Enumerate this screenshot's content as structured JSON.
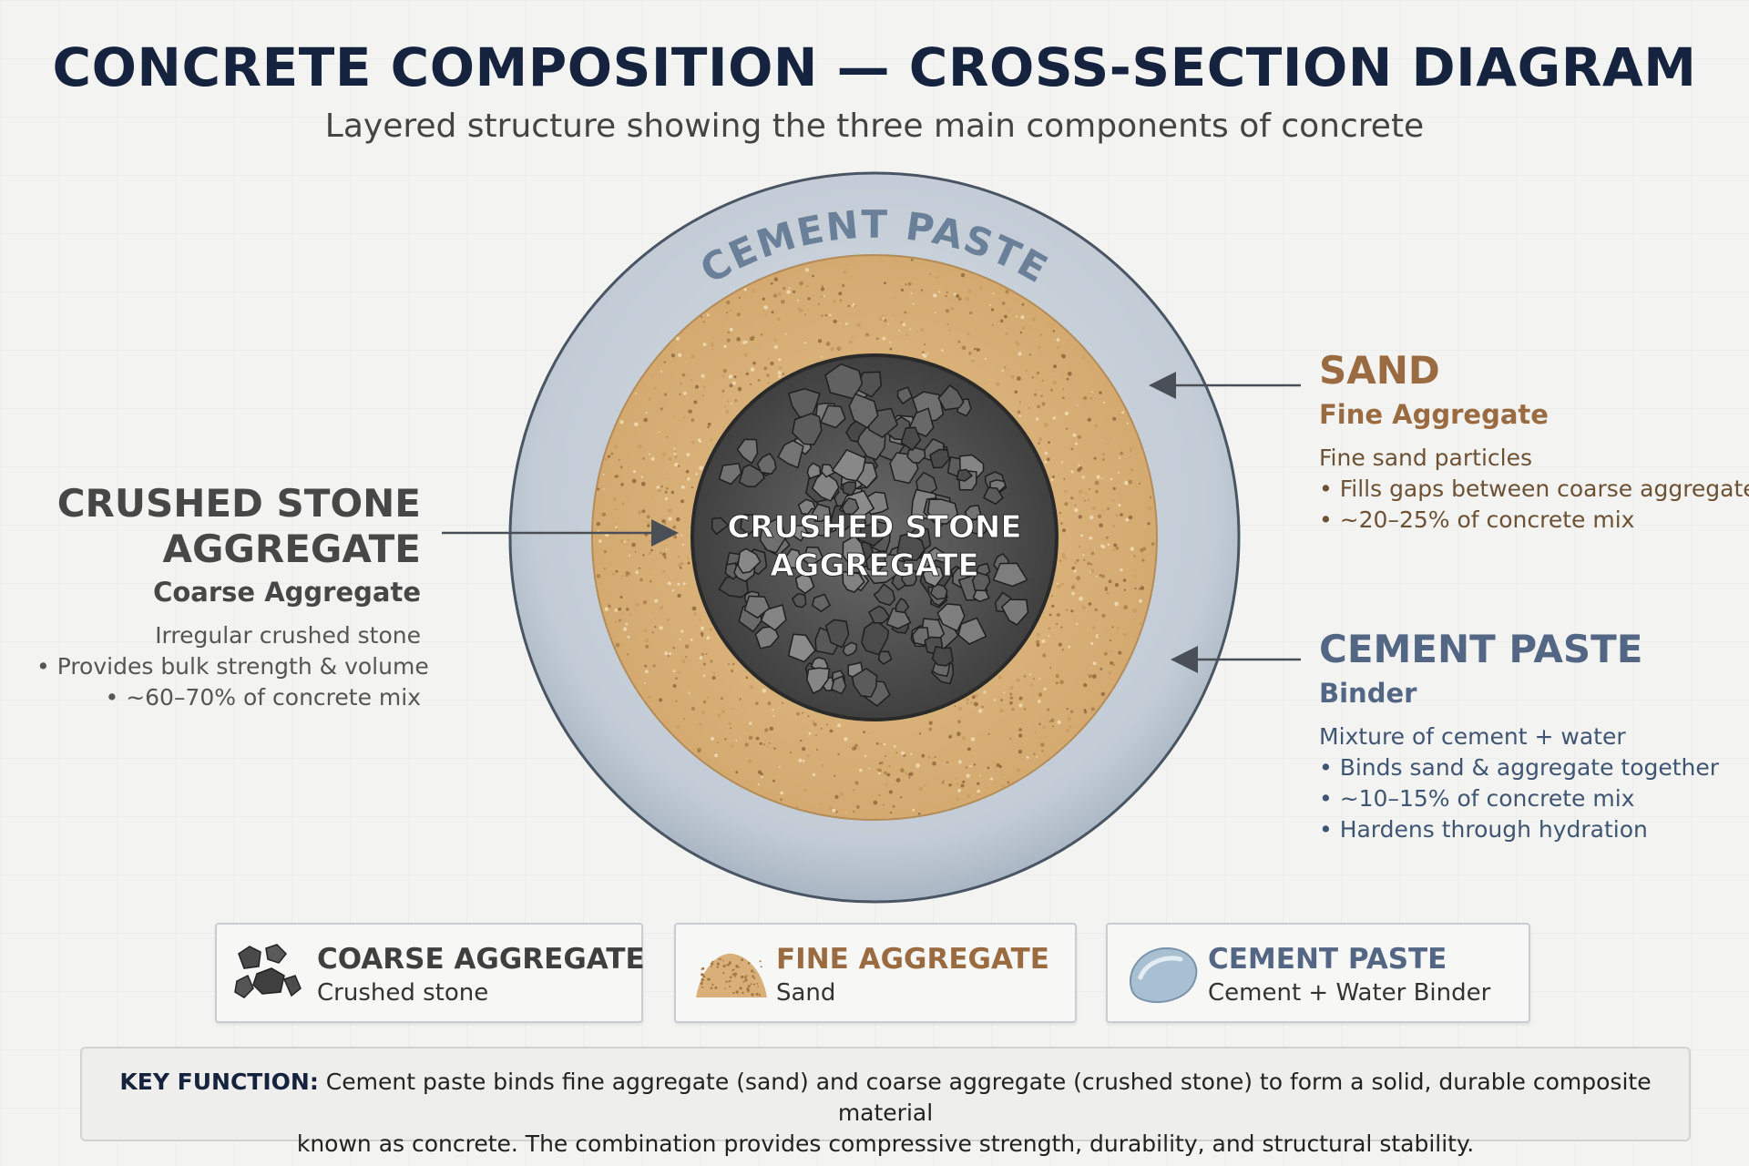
{
  "title": "CONCRETE COMPOSITION — CROSS-SECTION DIAGRAM",
  "subtitle": "Layered structure showing the three main components of concrete",
  "diagram": {
    "outer_ring_label": "CEMENT PASTE",
    "core_label_line1": "CRUSHED STONE",
    "core_label_line2": "AGGREGATE"
  },
  "callouts": {
    "coarse": {
      "heading_line1": "CRUSHED STONE",
      "heading_line2": "AGGREGATE",
      "subheading": "Coarse Aggregate",
      "lines": [
        "Irregular crushed stone",
        "• Provides bulk strength & volume",
        "• ~60–70% of concrete mix"
      ]
    },
    "sand": {
      "heading": "SAND",
      "subheading": "Fine Aggregate",
      "lines": [
        "Fine sand particles",
        "• Fills gaps between coarse aggregate",
        "• ~20–25% of concrete mix"
      ]
    },
    "paste": {
      "heading": "CEMENT PASTE",
      "subheading": "Binder",
      "lines": [
        "Mixture of cement + water",
        "• Binds sand & aggregate together",
        "• ~10–15% of concrete mix",
        "• Hardens through hydration"
      ]
    }
  },
  "legend": [
    {
      "title": "COARSE AGGREGATE",
      "sub": "Crushed stone",
      "icon": "stone-icon",
      "color": "#3f3f3f"
    },
    {
      "title": "FINE AGGREGATE",
      "sub": "Sand",
      "icon": "sand-pile-icon",
      "color": "#9a6a40"
    },
    {
      "title": "CEMENT PASTE",
      "sub": "Cement + Water Binder",
      "icon": "paste-blob-icon",
      "color": "#536784"
    }
  ],
  "key_function": {
    "label": "KEY FUNCTION:",
    "text_line1": " Cement paste binds fine aggregate (sand) and coarse aggregate (crushed stone) to form a solid, durable composite material",
    "text_line2": "known as concrete. The combination provides compressive strength, durability, and structural stability."
  },
  "colors": {
    "title": "#16233f",
    "cement_paste": "#c3cdd6",
    "sand": "#dab47c",
    "stone": "#555555",
    "sand_text": "#9a6a40",
    "paste_text": "#536784"
  }
}
